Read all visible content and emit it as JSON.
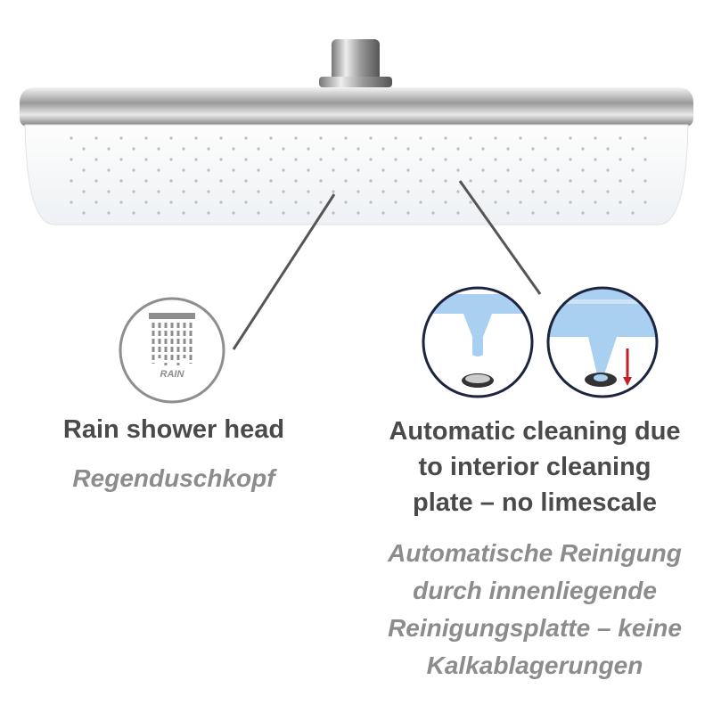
{
  "features": [
    {
      "icon_label": "RAIN",
      "title_en": "Rain shower head",
      "title_de": "Regenduschkopf"
    },
    {
      "title_en_lines": [
        "Automatic cleaning due",
        "to interior cleaning",
        "plate – no limescale"
      ],
      "title_de_lines": [
        "Automatische Reinigung",
        "durch innenliegende",
        "Reinigungsplatte – keine",
        "Kalkablagerungen"
      ]
    }
  ],
  "colors": {
    "text": "#4a4a4a",
    "subtext": "#8c8c8c",
    "nozzle": "#a9d0f0",
    "arrow": "#c0202a",
    "circle": "#1c2440"
  }
}
